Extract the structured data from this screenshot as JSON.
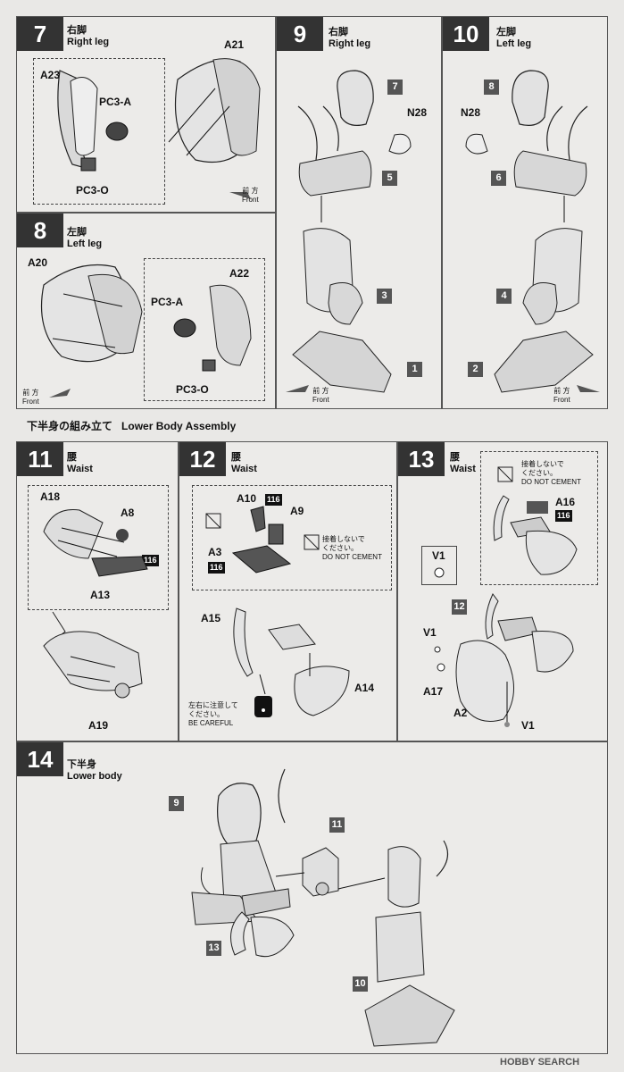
{
  "steps": {
    "s7": {
      "num": "7",
      "jp": "右脚",
      "en": "Right leg",
      "labels": {
        "a23": "A23",
        "a21": "A21",
        "pc3a": "PC3-A",
        "pc3o": "PC3-O"
      }
    },
    "s8": {
      "num": "8",
      "jp": "左脚",
      "en": "Left leg",
      "labels": {
        "a20": "A20",
        "a22": "A22",
        "pc3a": "PC3-A",
        "pc3o": "PC3-O"
      }
    },
    "s9": {
      "num": "9",
      "jp": "右脚",
      "en": "Right leg",
      "labels": {
        "n28": "N28"
      },
      "badges": [
        "7",
        "5",
        "3",
        "1"
      ]
    },
    "s10": {
      "num": "10",
      "jp": "左脚",
      "en": "Left leg",
      "labels": {
        "n28": "N28"
      },
      "badges": [
        "8",
        "6",
        "4",
        "2"
      ]
    },
    "s11": {
      "num": "11",
      "jp": "腰",
      "en": "Waist",
      "labels": {
        "a18": "A18",
        "a8": "A8",
        "a13": "A13",
        "a19": "A19"
      },
      "color": "116"
    },
    "s12": {
      "num": "12",
      "jp": "腰",
      "en": "Waist",
      "labels": {
        "a10": "A10",
        "a9": "A9",
        "a3": "A3",
        "a15": "A15",
        "a14": "A14"
      },
      "color1": "116",
      "color2": "116"
    },
    "s13": {
      "num": "13",
      "jp": "腰",
      "en": "Waist",
      "labels": {
        "v1box": "V1",
        "a16": "A16",
        "v1": "V1",
        "a17": "A17",
        "a2": "A2",
        "v1b": "V1"
      },
      "color": "116",
      "badge": "12"
    },
    "s14": {
      "num": "14",
      "jp": "下半身",
      "en": "Lower body",
      "badges": {
        "b9": "9",
        "b11": "11",
        "b13": "13",
        "b10": "10"
      }
    }
  },
  "front": {
    "jp": "前 方",
    "en": "Front"
  },
  "section": {
    "jp": "下半身の組み立て",
    "en": "Lower Body Assembly"
  },
  "nocement": {
    "jp1": "接着しないで",
    "jp2": "ください。",
    "en": "DO NOT CEMENT"
  },
  "careful": {
    "jp1": "左右に注意して",
    "jp2": "ください。",
    "en": "BE CAREFUL"
  },
  "watermark": "HOBBY SEARCH"
}
